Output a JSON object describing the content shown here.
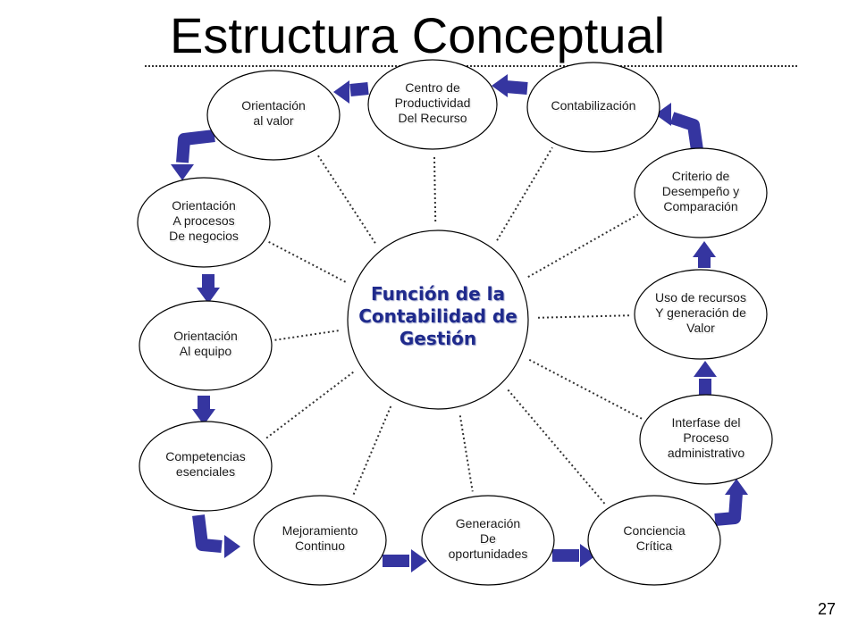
{
  "title": "Estructura Conceptual",
  "page_number": "27",
  "center": {
    "lines": [
      "Función de la",
      "Contabilidad de",
      "Gestión"
    ]
  },
  "nodes": [
    {
      "id": "orientacion-valor",
      "lines": [
        "Orientación",
        "al valor"
      ]
    },
    {
      "id": "centro-productividad",
      "lines": [
        "Centro de",
        "Productividad",
        "Del Recurso"
      ]
    },
    {
      "id": "contabilizacion",
      "lines": [
        "Contabilización"
      ]
    },
    {
      "id": "criterio-desempeno",
      "lines": [
        "Criterio de",
        "Desempeño y",
        "Comparación"
      ]
    },
    {
      "id": "uso-recursos",
      "lines": [
        "Uso de recursos",
        "Y generación de",
        "Valor"
      ]
    },
    {
      "id": "interfase-proceso",
      "lines": [
        "Interfase del",
        "Proceso",
        "administrativo"
      ]
    },
    {
      "id": "conciencia-critica",
      "lines": [
        "Conciencia",
        "Crítica"
      ]
    },
    {
      "id": "generacion-oportunidades",
      "lines": [
        "Generación",
        "De",
        "oportunidades"
      ]
    },
    {
      "id": "mejoramiento-continuo",
      "lines": [
        "Mejoramiento",
        "Continuo"
      ]
    },
    {
      "id": "competencias-esenciales",
      "lines": [
        "Competencias",
        "esenciales"
      ]
    },
    {
      "id": "orientacion-equipo",
      "lines": [
        "Orientación",
        "Al equipo"
      ]
    },
    {
      "id": "orientacion-procesos",
      "lines": [
        "Orientación",
        "A procesos",
        "De negocios"
      ]
    }
  ],
  "colors": {
    "arrow": "#3535a0",
    "center_text": "#1f2a8c",
    "outline": "#000000",
    "connector": "#333333"
  }
}
